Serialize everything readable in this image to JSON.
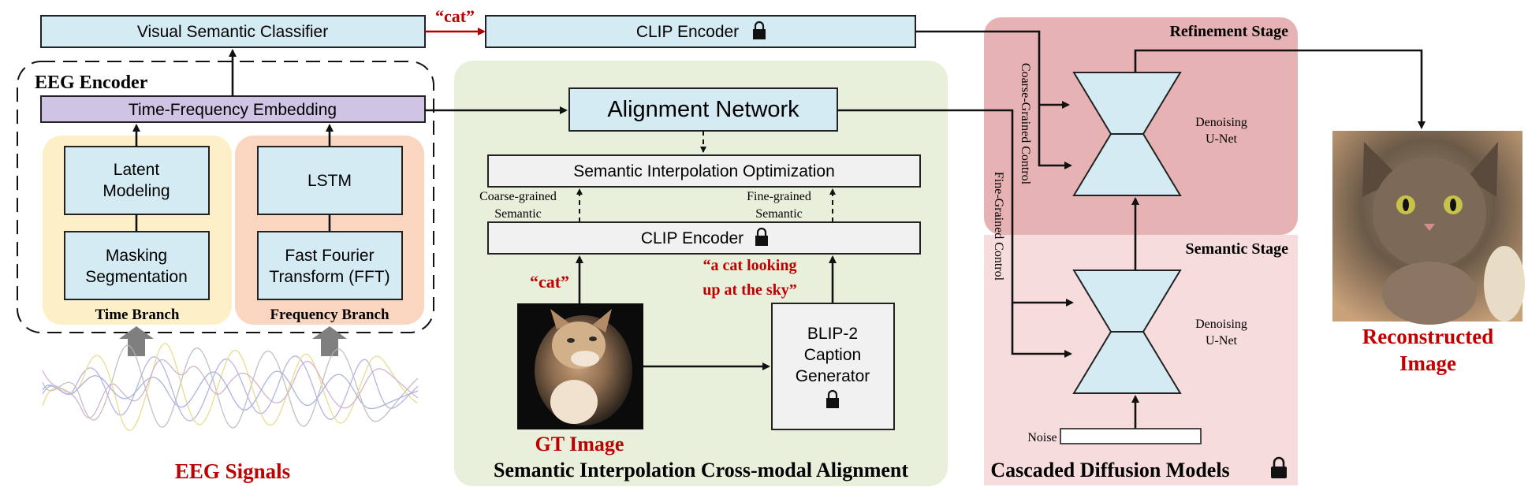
{
  "classifier": "Visual Semantic Classifier",
  "cat_quote_top": "“cat”",
  "clip_encoder_top": "CLIP Encoder",
  "eeg_encoder": {
    "title": "EEG Encoder",
    "tf_embedding": "Time-Frequency Embedding",
    "latent_1": "Latent",
    "latent_2": "Modeling",
    "masking_1": "Masking",
    "masking_2": "Segmentation",
    "lstm": "LSTM",
    "fft_1": "Fast Fourier",
    "fft_2": "Transform (FFT)",
    "time_branch": "Time Branch",
    "freq_branch": "Frequency Branch"
  },
  "eeg_signals": "EEG Signals",
  "alignment": {
    "network": "Alignment Network",
    "sio": "Semantic Interpolation Optimization",
    "coarse_1": "Coarse-grained",
    "coarse_2": "Semantic",
    "fine_1": "Fine-grained",
    "fine_2": "Semantic",
    "clip_encoder": "CLIP Encoder",
    "cat_quote": "“cat”",
    "caption_1": "“a cat looking",
    "caption_2": "up at the sky”",
    "blip_1": "BLIP-2",
    "blip_2": "Caption",
    "blip_3": "Generator",
    "gt_image": "GT Image",
    "section_title": "Semantic Interpolation Cross-modal Alignment"
  },
  "diffusion": {
    "refinement": "Refinement Stage",
    "semantic": "Semantic Stage",
    "coarse_control": "Coarse-Grained Control",
    "fine_control": "Fine-Grained Control",
    "unet_1a": "Denoising",
    "unet_1b": "U-Net",
    "unet_2a": "Denoising",
    "unet_2b": "U-Net",
    "noise": "Noise",
    "section_title": "Cascaded Diffusion Models"
  },
  "reconstructed_1": "Reconstructed",
  "reconstructed_2": "Image",
  "colors": {
    "box_fill": "#d4ebf3",
    "embedding_fill": "#cfc4e3",
    "time_branch_bg": "#fdefc7",
    "freq_branch_bg": "#fad6c0",
    "alignment_bg": "#e8f0dc",
    "refinement_bg": "#e6b2b3",
    "semantic_bg": "#f6dcdc",
    "accent_red": "#c00000"
  }
}
